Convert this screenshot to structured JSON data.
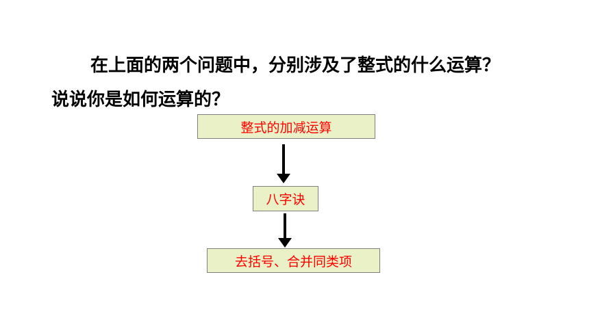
{
  "question": {
    "line1": "在上面的两个问题中，分别涉及了整式的什么运算？",
    "line2": "说说你是如何运算的？"
  },
  "flowchart": {
    "step1": "整式的加减运算",
    "step2": "八字诀",
    "step3": "去括号、合并同类项"
  },
  "colors": {
    "box_fill": "#ebf1c6",
    "box_text": "#ff0000",
    "box_border": "#7f7f7f",
    "arrow": "#000000"
  }
}
